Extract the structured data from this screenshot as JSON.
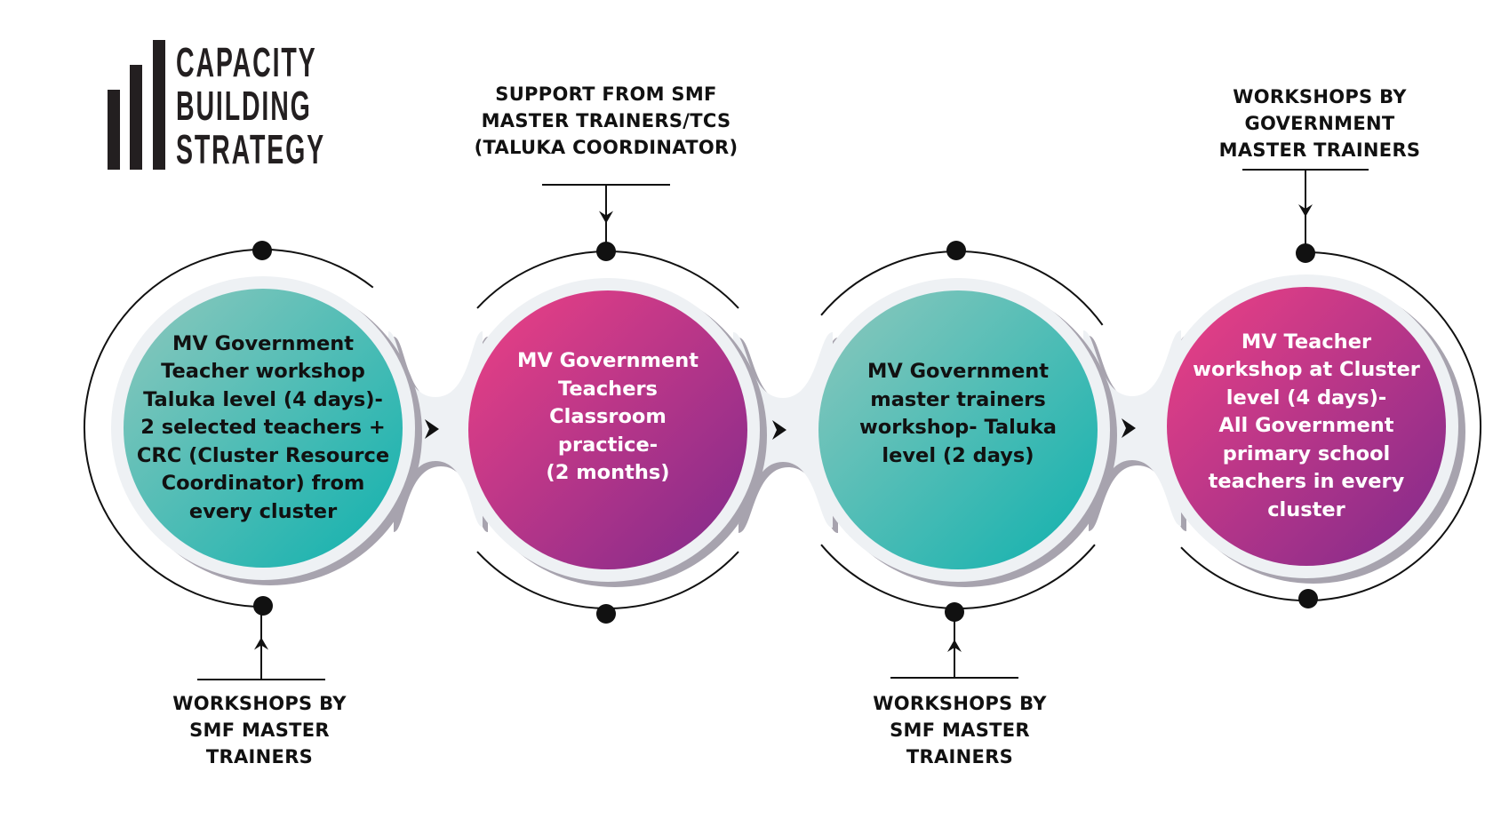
{
  "logo": {
    "lines": [
      "CAPACITY",
      "BUILDING",
      "STRATEGY"
    ],
    "icon": "bar-chart-icon"
  },
  "colors": {
    "teal_start": "#8ec8bd",
    "teal_end": "#0fb1ae",
    "magenta_start": "#ee4185",
    "magenta_end": "#7f2a8c",
    "ring": "#eef1f4",
    "ring_shadow": "#a7a3ae",
    "line": "#111111"
  },
  "steps": [
    {
      "theme": "teal",
      "lines": [
        "MV Government",
        "Teacher workshop",
        "Taluka level (4 days)-",
        "2 selected teachers +",
        "CRC (Cluster Resource",
        "Coordinator) from",
        "every cluster"
      ]
    },
    {
      "theme": "magenta",
      "lines": [
        "MV Government",
        "Teachers",
        "Classroom",
        "practice-",
        "(2 months)"
      ]
    },
    {
      "theme": "teal",
      "lines": [
        "MV Government",
        "master trainers",
        "workshop- Taluka",
        "level (2 days)"
      ]
    },
    {
      "theme": "magenta",
      "lines": [
        "MV Teacher",
        "workshop at Cluster",
        "level (4 days)-",
        "All Government",
        "primary school",
        "teachers in every",
        "cluster"
      ]
    }
  ],
  "annotations": [
    {
      "position": "bottom",
      "step": 1,
      "lines": [
        "WORKSHOPS BY",
        "SMF MASTER",
        "TRAINERS"
      ]
    },
    {
      "position": "top",
      "step": 2,
      "lines": [
        "SUPPORT FROM SMF",
        "MASTER TRAINERS/TCS",
        "(TALUKA COORDINATOR)"
      ]
    },
    {
      "position": "bottom",
      "step": 3,
      "lines": [
        "WORKSHOPS BY",
        "SMF MASTER",
        "TRAINERS"
      ]
    },
    {
      "position": "top",
      "step": 4,
      "lines": [
        "WORKSHOPS BY",
        "GOVERNMENT",
        "MASTER TRAINERS"
      ]
    }
  ],
  "flow_arrows": [
    {
      "from": 1,
      "to": 2,
      "icon": "arrow-right-icon"
    },
    {
      "from": 2,
      "to": 3,
      "icon": "arrow-right-icon"
    },
    {
      "from": 3,
      "to": 4,
      "icon": "arrow-right-icon"
    }
  ]
}
